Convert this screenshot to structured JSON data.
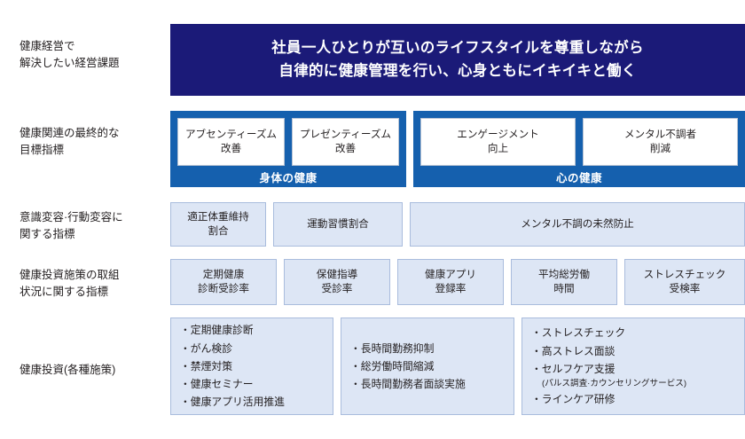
{
  "rows": {
    "vision": {
      "label": "健康経営で\n解決したい経営課題",
      "line1": "社員一人ひとりが互いのライフスタイルを尊重しながら",
      "line2": "自律的に健康管理を行い、心身ともにイキイキと働く"
    },
    "goals": {
      "label": "健康関連の最終的な\n目標指標",
      "physical": {
        "band": "身体の健康",
        "boxes": [
          "アブセンティーズム\n改善",
          "プレゼンティーズム\n改善"
        ]
      },
      "mental": {
        "band": "心の健康",
        "boxes": [
          "エンゲージメント\n向上",
          "メンタル不調者\n削減"
        ]
      }
    },
    "behavior": {
      "label": "意識変容·行動変容に\n関する指標",
      "boxes": [
        "適正体重維持\n割合",
        "運動習慣割合",
        "メンタル不調の未然防止"
      ]
    },
    "measures": {
      "label": "健康投資施策の取組\n状況に関する指標",
      "boxes": [
        "定期健康\n診断受診率",
        "保健指導\n受診率",
        "健康アプリ\n登録率",
        "平均総労働\n時間",
        "ストレスチェック\n受検率"
      ]
    },
    "investment": {
      "label": "健康投資(各種施策)",
      "lists": [
        {
          "items": [
            {
              "text": "・定期健康診断",
              "sub": false
            },
            {
              "text": "・がん検診",
              "sub": false
            },
            {
              "text": "・禁煙対策",
              "sub": false
            },
            {
              "text": "・健康セミナー",
              "sub": false
            },
            {
              "text": "・健康アプリ活用推進",
              "sub": false
            }
          ]
        },
        {
          "items": [
            {
              "text": "・長時間勤務抑制",
              "sub": false
            },
            {
              "text": "・総労働時間縮減",
              "sub": false
            },
            {
              "text": "・長時間勤務者面談実施",
              "sub": false
            }
          ]
        },
        {
          "items": [
            {
              "text": "・ストレスチェック",
              "sub": false
            },
            {
              "text": "・高ストレス面談",
              "sub": false
            },
            {
              "text": "・セルフケア支援",
              "sub": false
            },
            {
              "text": "(パルス調査·カウンセリングサービス)",
              "sub": true
            },
            {
              "text": "・ラインケア研修",
              "sub": false
            }
          ]
        }
      ]
    }
  },
  "colors": {
    "navy": "#1b1a78",
    "blue": "#1560ae",
    "light_box": "#dde6f5",
    "light_border": "#a9bcdd"
  }
}
